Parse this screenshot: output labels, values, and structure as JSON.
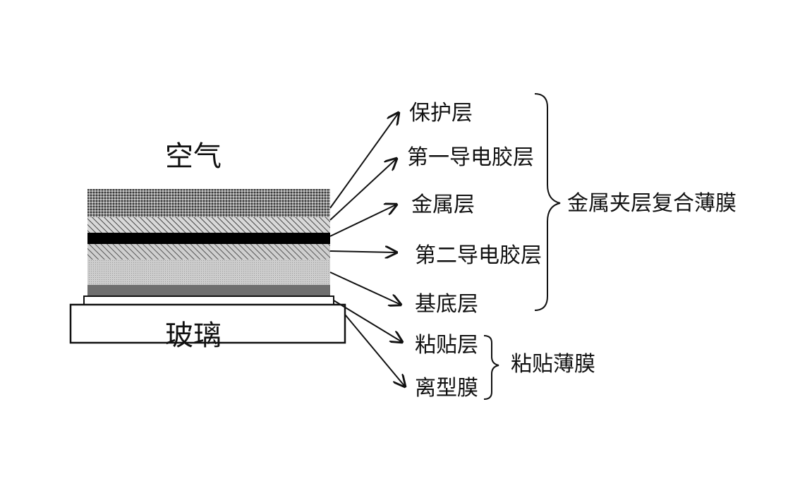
{
  "labels": {
    "air": "空气",
    "glass": "玻璃"
  },
  "layers": [
    {
      "key": "protective",
      "label": "保护层"
    },
    {
      "key": "conductive_adhesive_1",
      "label": "第一导电胶层"
    },
    {
      "key": "metal",
      "label": "金属层"
    },
    {
      "key": "conductive_adhesive_2",
      "label": "第二导电胶层"
    },
    {
      "key": "substrate",
      "label": "基底层"
    },
    {
      "key": "adhesive",
      "label": "粘贴层"
    },
    {
      "key": "release_film",
      "label": "离型膜"
    }
  ],
  "groups": {
    "composite_film": "金属夹层复合薄膜",
    "adhesive_film": "粘贴薄膜"
  }
}
